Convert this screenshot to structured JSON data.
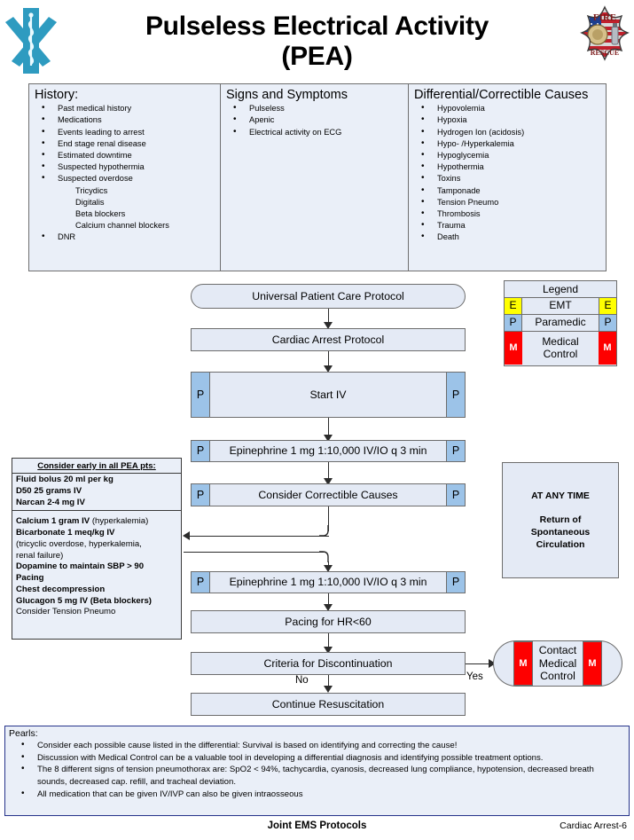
{
  "header": {
    "title": "Pulseless Electrical Activity (PEA)",
    "title_line1": "Pulseless Electrical Activity",
    "title_line2": "(PEA)",
    "left_logo": "star-of-life-icon",
    "right_logo": "fire-rescue-badge-icon"
  },
  "info_table": {
    "history": {
      "heading": "History:",
      "items": [
        {
          "text": "Past medical history",
          "sub": false
        },
        {
          "text": "Medications",
          "sub": false
        },
        {
          "text": "Events leading to arrest",
          "sub": false
        },
        {
          "text": "End stage renal disease",
          "sub": false
        },
        {
          "text": "Estimated downtime",
          "sub": false
        },
        {
          "text": "Suspected hypothermia",
          "sub": false
        },
        {
          "text": "Suspected overdose",
          "sub": false
        },
        {
          "text": "Tricydics",
          "sub": true
        },
        {
          "text": "Digitalis",
          "sub": true
        },
        {
          "text": "Beta blockers",
          "sub": true
        },
        {
          "text": "Calcium channel blockers",
          "sub": true
        },
        {
          "text": "DNR",
          "sub": false
        }
      ]
    },
    "signs": {
      "heading": "Signs and Symptoms",
      "items": [
        {
          "text": "Pulseless",
          "sub": false
        },
        {
          "text": "Apenic",
          "sub": false
        },
        {
          "text": "Electrical activity on ECG",
          "sub": false
        }
      ]
    },
    "differential": {
      "heading": "Differential/Correctible Causes",
      "items": [
        {
          "text": "Hypovolemia",
          "sub": false
        },
        {
          "text": "Hypoxia",
          "sub": false
        },
        {
          "text": "Hydrogen Ion (acidosis)",
          "sub": false
        },
        {
          "text": "Hypo- /Hyperkalemia",
          "sub": false
        },
        {
          "text": "Hypoglycemia",
          "sub": false
        },
        {
          "text": "Hypothermia",
          "sub": false
        },
        {
          "text": "Toxins",
          "sub": false
        },
        {
          "text": "Tamponade",
          "sub": false
        },
        {
          "text": "Tension Pneumo",
          "sub": false
        },
        {
          "text": "Thrombosis",
          "sub": false
        },
        {
          "text": "Trauma",
          "sub": false
        },
        {
          "text": "Death",
          "sub": false
        }
      ]
    }
  },
  "flow": {
    "universal": "Universal Patient Care Protocol",
    "cardiac_arrest": "Cardiac Arrest Protocol",
    "start_iv": "Start IV",
    "epinephrine_1": "Epinephrine 1 mg 1:10,000 IV/IO q 3 min",
    "consider_causes": "Consider Correctible Causes",
    "epinephrine_2": "Epinephrine 1 mg 1:10,000 IV/IO q 3 min",
    "pacing": "Pacing for HR<60",
    "criteria": "Criteria for Discontinuation",
    "continue": "Continue Resuscitation",
    "contact_medical_control": "Contact Medical Control",
    "contact_line1": "Contact",
    "contact_line2": "Medical",
    "contact_line3": "Control",
    "label_no": "No",
    "label_yes": "Yes",
    "badge_p": "P",
    "badge_m": "M"
  },
  "legend": {
    "title": "Legend",
    "rows": [
      {
        "code": "E",
        "label": "EMT"
      },
      {
        "code": "P",
        "label": "Paramedic"
      },
      {
        "code": "M",
        "label": "Medical Control",
        "line1": "Medical",
        "line2": "Control"
      }
    ]
  },
  "anytime": {
    "line1": "AT ANY TIME",
    "line2": "Return of",
    "line3": "Spontaneous",
    "line4": "Circulation"
  },
  "notebox": {
    "title": "Consider early in all PEA pts:",
    "group1": [
      {
        "bold": "Fluid bolus 20 ml per kg",
        "reg": ""
      },
      {
        "bold": "D50 25 grams IV",
        "reg": ""
      },
      {
        "bold": "Narcan 2-4 mg IV",
        "reg": ""
      }
    ],
    "group2": [
      {
        "bold": "Calcium 1 gram IV",
        "reg": " (hyperkalemia)"
      },
      {
        "bold": "Bicarbonate 1 meq/kg IV",
        "reg": ""
      },
      {
        "bold": "",
        "reg": "(tricyclic overdose, hyperkalemia,"
      },
      {
        "bold": "",
        "reg": "renal failure)"
      },
      {
        "bold": "Dopamine to maintain SBP > 90",
        "reg": ""
      },
      {
        "bold": "Pacing",
        "reg": ""
      },
      {
        "bold": "Chest decompression",
        "reg": ""
      },
      {
        "bold": "Glucagon 5 mg IV (Beta blockers)",
        "reg": ""
      },
      {
        "bold": "",
        "reg": "Consider Tension Pneumo"
      }
    ]
  },
  "pearls": {
    "title": "Pearls:",
    "items": [
      "Consider each possible cause listed in the differential: Survival is based on identifying and correcting the cause!",
      "Discussion with Medical Control can be a valuable tool in developing a differential diagnosis and identifying possible treatment options.",
      "The 8 different signs of tension pneumothorax are: SpO2 < 94%, tachycardia, cyanosis, decreased lung compliance, hypotension, decreased breath sounds, decreased cap. refill, and tracheal deviation.",
      "All medication that can be given IV/IVP can also be given intraosseous"
    ]
  },
  "footer": {
    "center": "Joint EMS Protocols",
    "right": "Cardiac Arrest-6"
  },
  "colors": {
    "box_fill": "#e4eaf5",
    "panel_fill": "#eaeff8",
    "paramedic": "#9cc3e8",
    "emt": "#ffff00",
    "medical_control": "#fe0000",
    "star_of_life": "#2e9bc0",
    "border": "#6d6d6d",
    "pearls_border": "#26348b"
  }
}
